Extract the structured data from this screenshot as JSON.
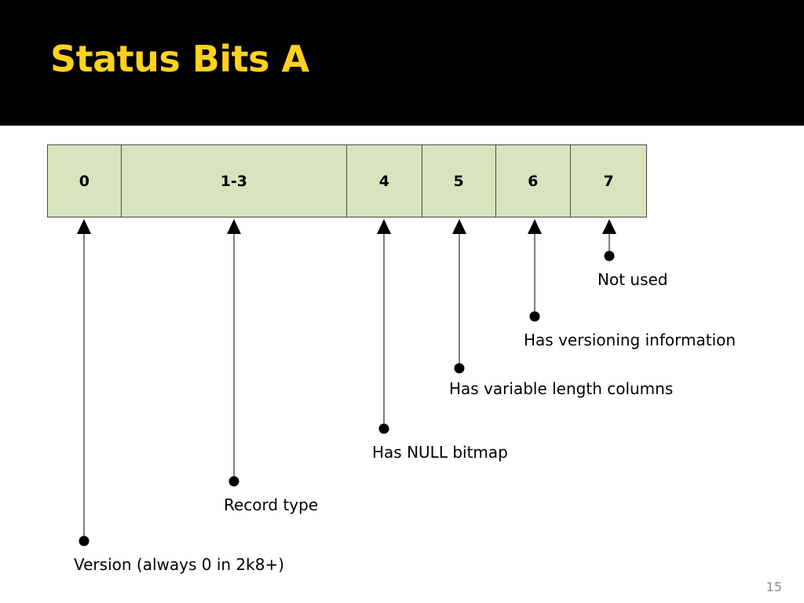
{
  "slide": {
    "title": "Status Bits A",
    "title_color": "#FFD21E",
    "page_number": "15"
  },
  "bits": {
    "cell_fill": "#D7E4BD",
    "cells": [
      "0",
      "1-3",
      "4",
      "5",
      "6",
      "7"
    ]
  },
  "annotations": [
    {
      "bit": "0",
      "label": "Version (always 0 in 2k8+)"
    },
    {
      "bit": "1-3",
      "label": "Record type"
    },
    {
      "bit": "4",
      "label": "Has NULL bitmap"
    },
    {
      "bit": "5",
      "label": "Has variable length columns"
    },
    {
      "bit": "6",
      "label": "Has versioning information"
    },
    {
      "bit": "7",
      "label": "Not used"
    }
  ]
}
